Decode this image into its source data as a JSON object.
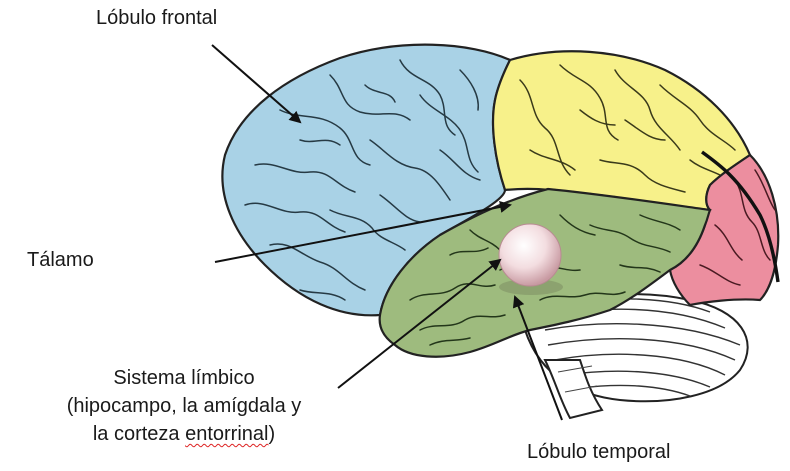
{
  "labels": {
    "frontal": "Lóbulo frontal",
    "thalamus": "Tálamo",
    "limbic_line1": "Sistema límbico",
    "limbic_line2": "(hipocampo, la amígdala y",
    "limbic_line3_prefix": "la corteza ",
    "limbic_line3_underlined": "entorrinal",
    "limbic_line3_suffix": ")",
    "temporal": "Lóbulo temporal"
  },
  "colors": {
    "frontal_lobe": "#a9d2e6",
    "parietal_lobe": "#f7f18a",
    "occipital_lobe": "#ec8e9f",
    "temporal_lobe": "#9ebb7e",
    "cerebellum": "#ffffff",
    "outline": "#222222",
    "thalamus_sphere": "#f4e4e6"
  },
  "icons": {
    "brain": "brain-illustration",
    "thalamus": "sphere-icon"
  }
}
